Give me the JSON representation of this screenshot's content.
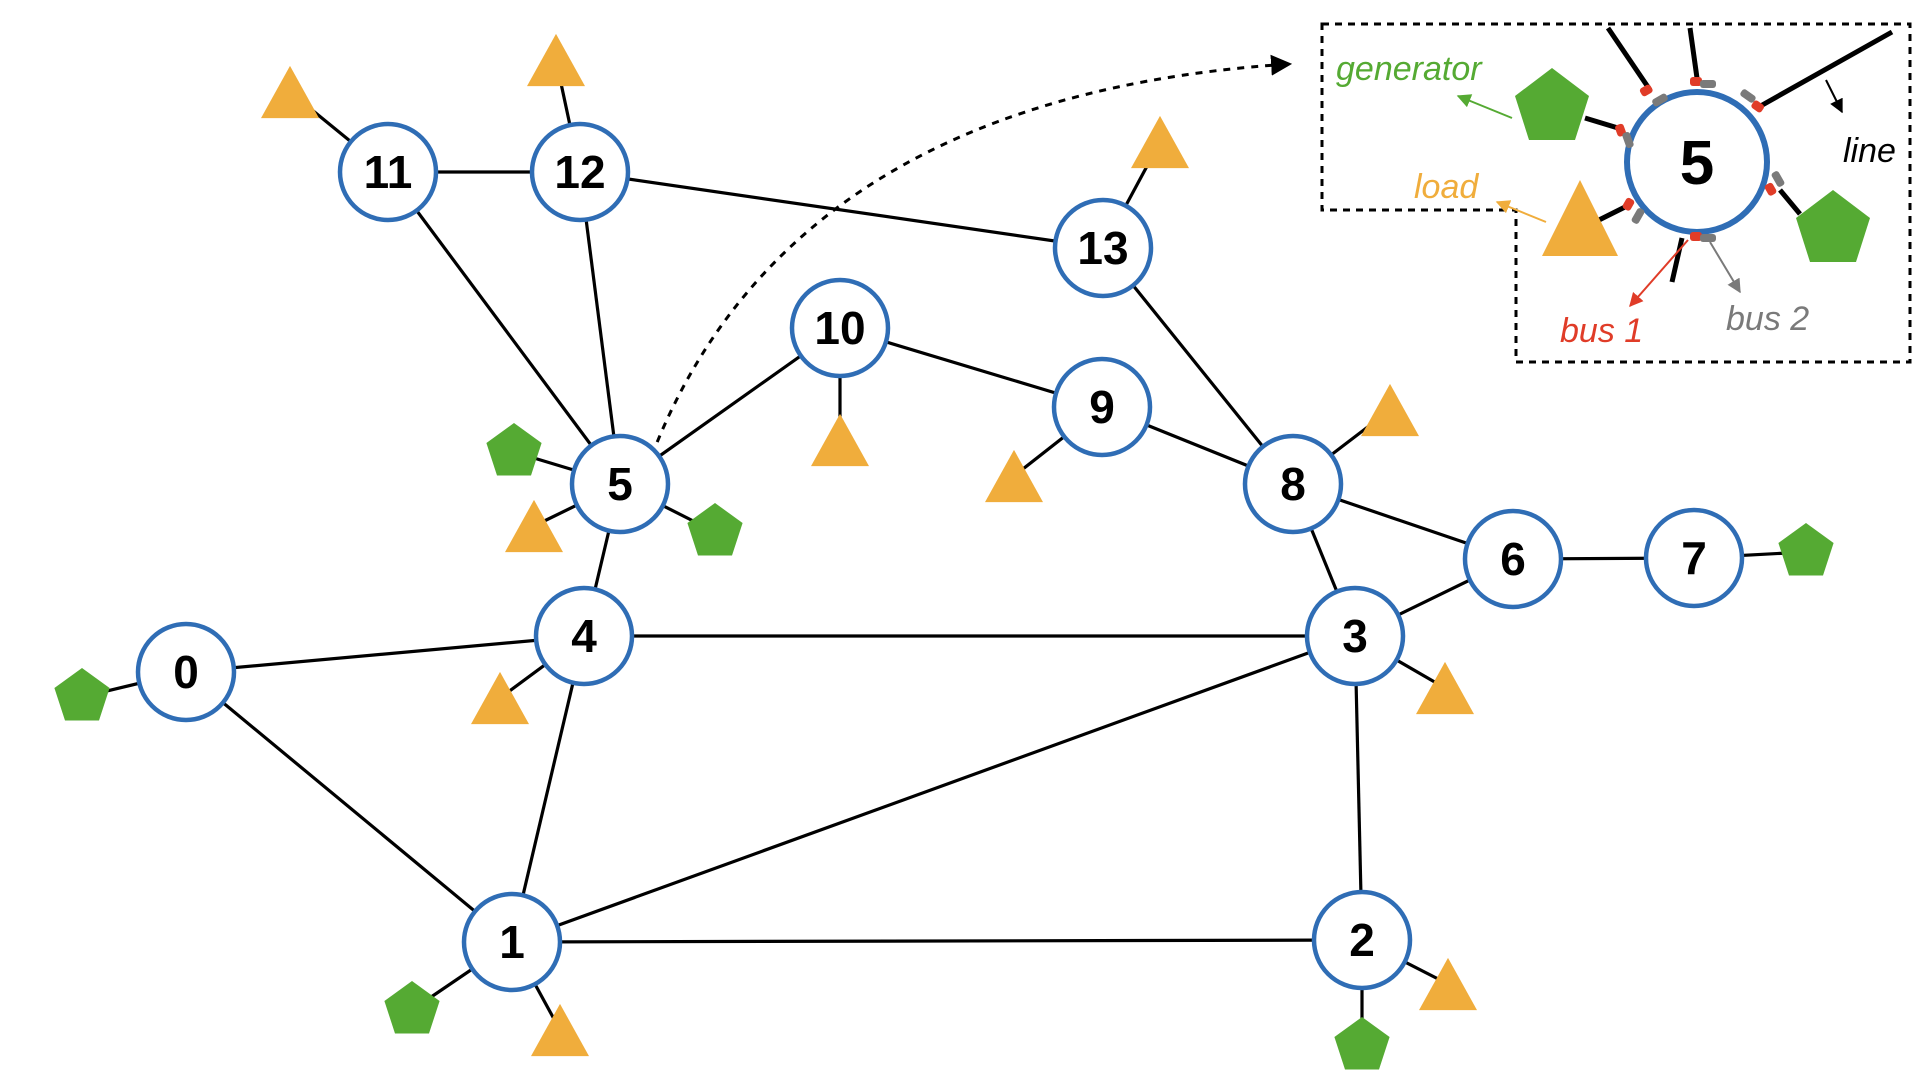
{
  "colors": {
    "bus_stroke": "#2f6db5",
    "line": "#000000",
    "generator": "#55aa33",
    "load": "#f0ad3c",
    "bus1": "#e03c28",
    "bus2": "#7a7a7a",
    "inset_border": "#000000"
  },
  "icons": {
    "generator": "green-pentagon",
    "load": "orange-triangle"
  },
  "nodes": [
    {
      "id": "0",
      "label": "0"
    },
    {
      "id": "1",
      "label": "1"
    },
    {
      "id": "2",
      "label": "2"
    },
    {
      "id": "3",
      "label": "3"
    },
    {
      "id": "4",
      "label": "4"
    },
    {
      "id": "5",
      "label": "5"
    },
    {
      "id": "6",
      "label": "6"
    },
    {
      "id": "7",
      "label": "7"
    },
    {
      "id": "8",
      "label": "8"
    },
    {
      "id": "9",
      "label": "9"
    },
    {
      "id": "10",
      "label": "10"
    },
    {
      "id": "11",
      "label": "11"
    },
    {
      "id": "12",
      "label": "12"
    },
    {
      "id": "13",
      "label": "13"
    }
  ],
  "edges": [
    [
      "0",
      "4"
    ],
    [
      "0",
      "1"
    ],
    [
      "1",
      "4"
    ],
    [
      "1",
      "3"
    ],
    [
      "1",
      "2"
    ],
    [
      "2",
      "3"
    ],
    [
      "3",
      "4"
    ],
    [
      "3",
      "8"
    ],
    [
      "3",
      "6"
    ],
    [
      "6",
      "8"
    ],
    [
      "6",
      "7"
    ],
    [
      "4",
      "5"
    ],
    [
      "5",
      "11"
    ],
    [
      "5",
      "12"
    ],
    [
      "11",
      "12"
    ],
    [
      "12",
      "13"
    ],
    [
      "13",
      "8"
    ],
    [
      "5",
      "10"
    ],
    [
      "10",
      "9"
    ],
    [
      "9",
      "8"
    ]
  ],
  "attachments": {
    "generators": [
      "0",
      "1",
      "2",
      "5",
      "5",
      "7"
    ],
    "loads": [
      "1",
      "2",
      "3",
      "4",
      "5",
      "8",
      "9",
      "10",
      "11",
      "12",
      "13"
    ]
  },
  "inset": {
    "node_label": "5",
    "generator_label": "generator",
    "load_label": "load",
    "line_label": "line",
    "bus1_label": "bus 1",
    "bus2_label": "bus 2"
  }
}
